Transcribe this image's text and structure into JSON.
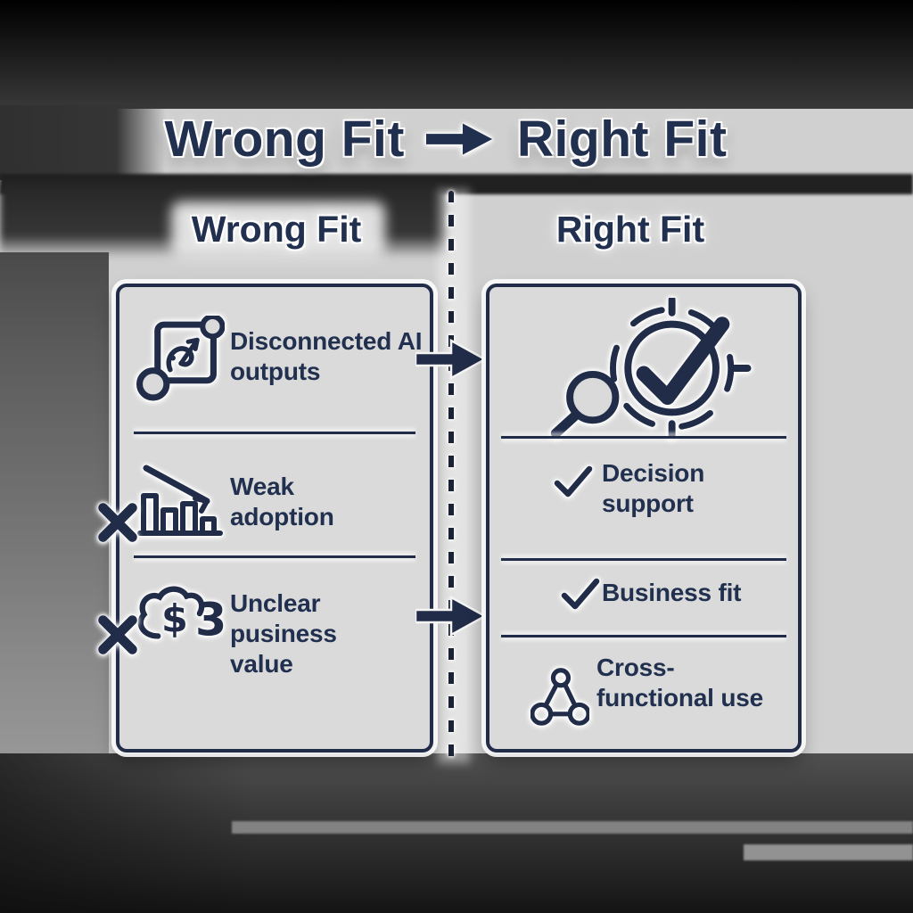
{
  "page": {
    "kind": "comparison-diagram",
    "ink_color": "#22304f",
    "panel_fill": "#d9dad9",
    "bg_light": "#cfd0cf",
    "bg_dark": "#141414"
  },
  "title": {
    "left": "Wrong Fit",
    "arrow_icon": "right-arrow-icon",
    "right": "Right Fit"
  },
  "left_panel": {
    "header": "Wrong Fit",
    "items": [
      {
        "icon": "disconnected-nodes-icon",
        "label": "Disconnected AI outputs"
      },
      {
        "icon": "declining-bar-chart-icon",
        "label": "Weak adoption"
      },
      {
        "icon": "cloud-dollar-icon",
        "label": "Unclear pusiness value",
        "icon_dollar": "$",
        "icon_three": "3"
      }
    ],
    "x_marks": [
      "x-mark-icon",
      "x-mark-icon"
    ]
  },
  "right_panel": {
    "header": "Right Fit",
    "hero_icon": "target-check-magnifier-icon",
    "items": [
      {
        "icon": "check-icon",
        "label": "Decision support"
      },
      {
        "icon": "check-icon",
        "label": "Business fit"
      },
      {
        "icon": "network-triangle-icon",
        "label": "Cross-functional use"
      }
    ]
  },
  "flow_arrows": [
    "flow-arrow-icon",
    "flow-arrow-icon"
  ],
  "divider_style": "dashed-vertical-line"
}
